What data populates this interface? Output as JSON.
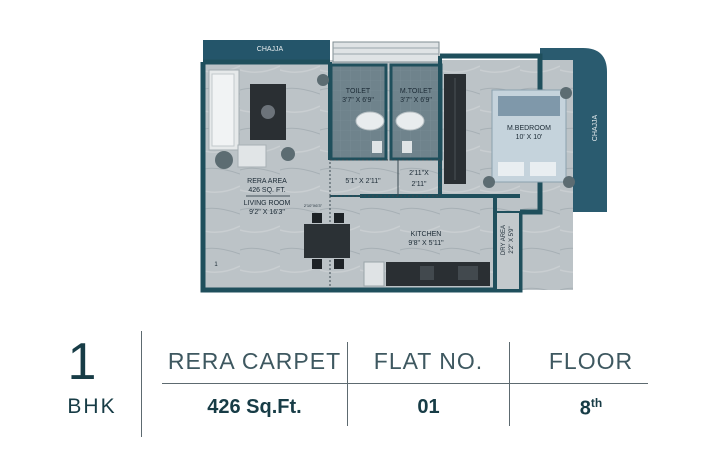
{
  "floor_plan": {
    "labels": {
      "chajja_top": "CHAJJA",
      "chajja_right": "CHAJJA",
      "toilet_name": "TOILET",
      "toilet_size": "3'7\" X 6'9\"",
      "mtoilet_name": "M.TOILET",
      "mtoilet_size": "3'7\" X 6'9\"",
      "mbedroom_name": "M.BEDROOM",
      "mbedroom_size": "10' X 10'",
      "rera_area": "RERA AREA",
      "rera_sqft": "426 SQ. FT.",
      "living_name": "LIVING ROOM",
      "living_size": "9'2\" X 16'3\"",
      "passage_size": "5'1\" X 2'11\"",
      "lobby_size_1": "2'11\"X",
      "lobby_size_2": "2'11\"",
      "small_dim": "2'10\"X6'3\"",
      "kitchen_name": "KITCHEN",
      "kitchen_size": "9'8\" X 5'11\"",
      "dry_area_name": "DRY AREA",
      "dry_area_size": "2'2\" X 5'9\"",
      "corner_mark": "1"
    },
    "colors": {
      "wall": "#1f4f5c",
      "floor": "#b9c0c4",
      "bathroom": "#6d8089",
      "chajja": "#24556a"
    }
  },
  "unit_info": {
    "bhk_number": "1",
    "bhk_label": "BHK",
    "columns": [
      {
        "header": "RERA CARPET",
        "value": "426 Sq.Ft.",
        "suffix": ""
      },
      {
        "header": "FLAT NO.",
        "value": "01",
        "suffix": ""
      },
      {
        "header": "FLOOR",
        "value": "8",
        "suffix": "th"
      }
    ]
  }
}
